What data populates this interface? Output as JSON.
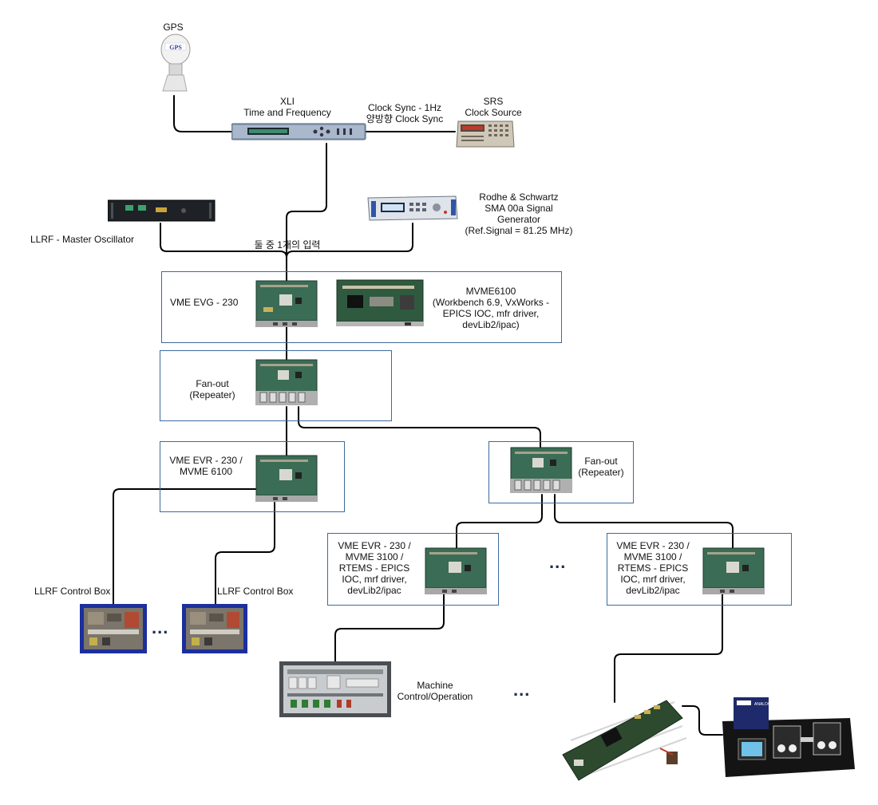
{
  "gps": {
    "label": "GPS",
    "badge": "GPS"
  },
  "xli": {
    "title": "XLI",
    "subtitle": "Time and Frequency"
  },
  "clock_sync": {
    "line1": "Clock Sync - 1Hz",
    "line2": "양방향 Clock Sync"
  },
  "srs": {
    "title": "SRS",
    "subtitle": "Clock Source"
  },
  "rohde": {
    "line1": "Rodhe & Schwartz",
    "line2": "SMA 00a Signal",
    "line3": "Generator",
    "line4": "(Ref.Signal = 81.25 MHz)"
  },
  "llrf_mo": {
    "label": "LLRF - Master Oscillator"
  },
  "input_select": {
    "label": "둘 중 1개의 입력"
  },
  "evg": {
    "label": "VME EVG - 230"
  },
  "mvme6100": {
    "line1": "MVME6100",
    "line2": "(Workbench 6.9, VxWorks -",
    "line3": "EPICS IOC, mfr driver,",
    "line4": "devLib2/ipac)"
  },
  "fanout1": {
    "line1": "Fan-out",
    "line2": "(Repeater)"
  },
  "evr1": {
    "line1": "VME EVR - 230 /",
    "line2": "MVME 6100"
  },
  "fanout2": {
    "line1": "Fan-out",
    "line2": "(Repeater)"
  },
  "evr2": {
    "line1": "VME EVR - 230 /",
    "line2": "MVME 3100 /",
    "line3": "RTEMS - EPICS",
    "line4": "IOC, mrf driver,",
    "line5": "devLib2/ipac"
  },
  "evr3": {
    "line1": "VME EVR - 230 /",
    "line2": "MVME 3100 /",
    "line3": "RTEMS - EPICS",
    "line4": "IOC, mrf driver,",
    "line5": "devLib2/ipac"
  },
  "llrf_box_a": {
    "label": "LLRF Control Box"
  },
  "llrf_box_b": {
    "label": "LLRF Control Box"
  },
  "machine": {
    "line1": "Machine",
    "line2": "Control/Operation"
  },
  "ellipsis": "...",
  "device_badge": "ANALOG"
}
